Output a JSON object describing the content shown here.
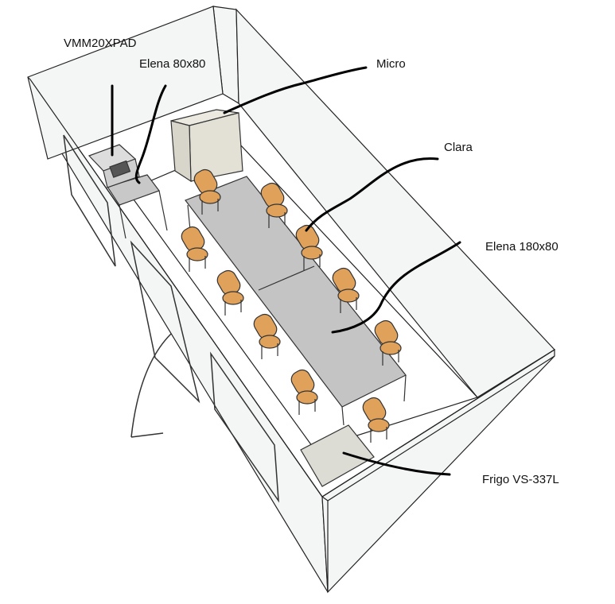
{
  "labels": {
    "microwave": "VMM20XPAD",
    "small_table": "Elena 80x80",
    "cabinet": "Micro",
    "chairs": "Clara",
    "big_table": "Elena 180x80",
    "fridge": "Frigo VS-337L"
  },
  "colors": {
    "wall": "#f4f5f5",
    "floor": "#ffffff",
    "table": "#c4c4c4",
    "chair": "#e0a25a",
    "cabinet": "#e6e4dc",
    "ink": "#000000"
  }
}
